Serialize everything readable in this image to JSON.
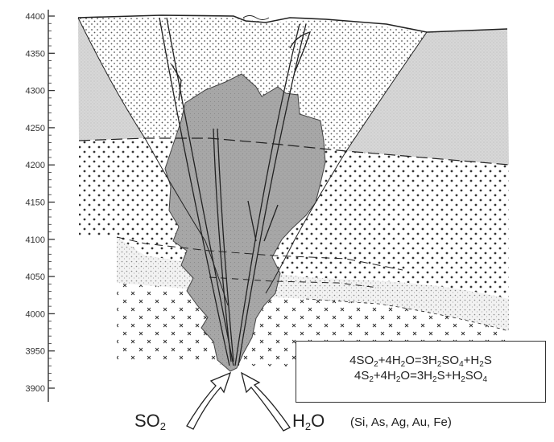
{
  "axis": {
    "ticks": [
      "4400",
      "4350",
      "4300",
      "4250",
      "4200",
      "4150",
      "4100",
      "4050",
      "4000",
      "3950",
      "3900"
    ]
  },
  "equations": {
    "line1": {
      "p1": "4SO",
      "s1": "2",
      "p2": "+4H",
      "s2": "2",
      "p3": "O=3H",
      "s3": "2",
      "p4": "SO",
      "s4": "4",
      "p5": "+H",
      "s5": "2",
      "p6": "S"
    },
    "line2": {
      "p1": "4S",
      "s1": "2",
      "p2": "+4H",
      "s2": "2",
      "p3": "O=3H",
      "s3": "2",
      "p4": "S+H",
      "s4": "2",
      "p5": "SO",
      "s5": "4"
    }
  },
  "labels": {
    "so2": {
      "main": "SO",
      "sub": "2"
    },
    "h2o": {
      "main_a": "H",
      "sub": "2",
      "main_b": "O"
    },
    "elements": "(Si, As, Ag, Au, Fe)"
  }
}
